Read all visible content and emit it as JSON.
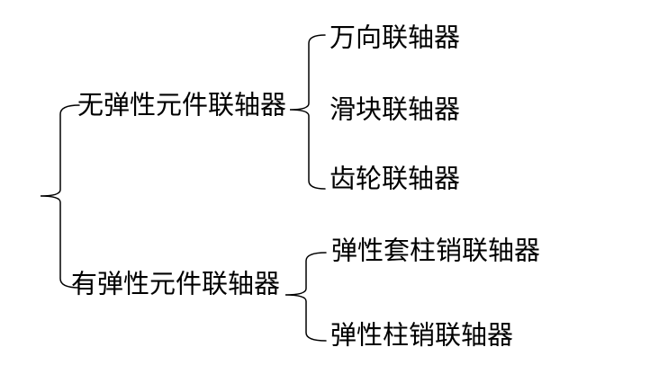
{
  "colors": {
    "background": "#ffffff",
    "line": "#000000",
    "text": "#000000"
  },
  "tree": {
    "root_label": "",
    "groups": [
      {
        "label": "无弹性元件联轴器",
        "children": [
          "万向联轴器",
          "滑块联轴器",
          "齿轮联轴器"
        ]
      },
      {
        "label": "有弹性元件联轴器",
        "children": [
          "弹性套柱销联轴器",
          "弹性柱销联轴器"
        ]
      }
    ]
  }
}
